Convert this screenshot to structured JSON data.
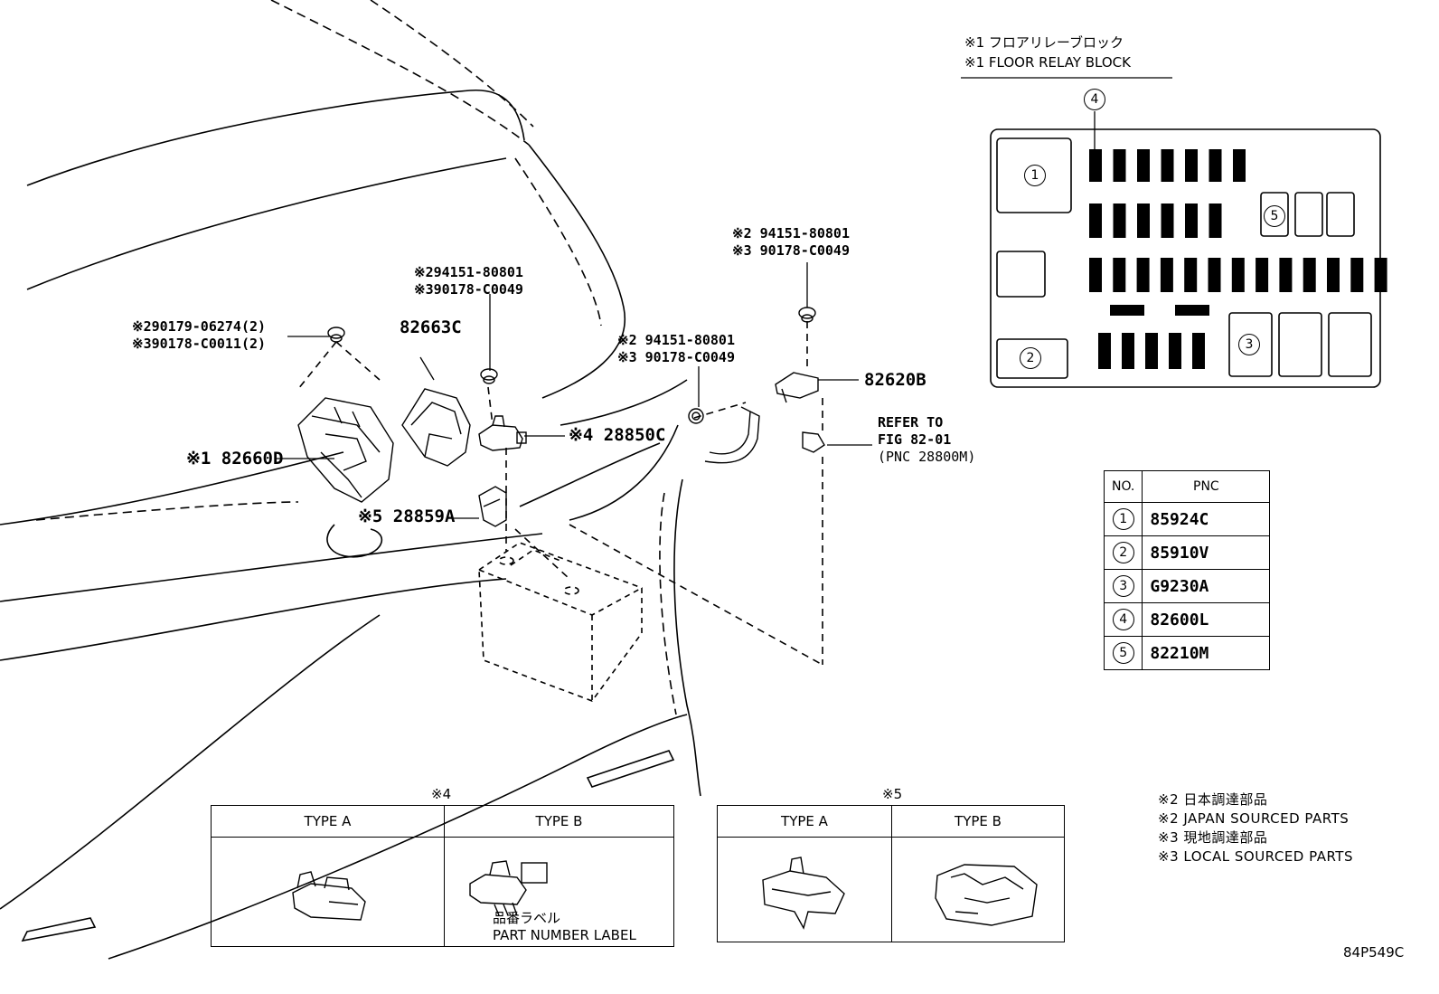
{
  "relay_block": {
    "title_jp": "※1 フロアリレーブロック",
    "title_en": "※1 FLOOR RELAY BLOCK",
    "markers": [
      "1",
      "2",
      "3",
      "4",
      "5"
    ]
  },
  "pnc_table": {
    "header_no": "NO.",
    "header_pnc": "PNC",
    "rows": [
      {
        "no": "1",
        "pnc": "85924C"
      },
      {
        "no": "2",
        "pnc": "85910V"
      },
      {
        "no": "3",
        "pnc": "G9230A"
      },
      {
        "no": "4",
        "pnc": "82600L"
      },
      {
        "no": "5",
        "pnc": "82210M"
      }
    ]
  },
  "callouts": {
    "c1": {
      "line1": "※290179-06274(2)",
      "line2": "※390178-C0011(2)"
    },
    "c2": {
      "line1": "※294151-80801",
      "line2": "※390178-C0049"
    },
    "c3": "82663C",
    "c4": {
      "line1": "※2 94151-80801",
      "line2": "※3 90178-C0049"
    },
    "c5": {
      "line1": "※2 94151-80801",
      "line2": "※3 90178-C0049"
    },
    "c6": "82620B",
    "c7": "※1 82660D",
    "c8": "※4 28850C",
    "c9": "※5 28859A",
    "refer": {
      "line1": "REFER TO",
      "line2": "FIG 82-01",
      "line3": "(PNC 28800M)"
    }
  },
  "type4": {
    "mark": "※4",
    "type_a": "TYPE A",
    "type_b": "TYPE B",
    "label_jp": "品番ラベル",
    "label_en": "PART NUMBER LABEL"
  },
  "type5": {
    "mark": "※5",
    "type_a": "TYPE A",
    "type_b": "TYPE B"
  },
  "notes": [
    "※2 日本調達部品",
    "※2 JAPAN SOURCED PARTS",
    "※3 現地調達部品",
    "※3 LOCAL SOURCED PARTS"
  ],
  "figure_code": "84P549C"
}
